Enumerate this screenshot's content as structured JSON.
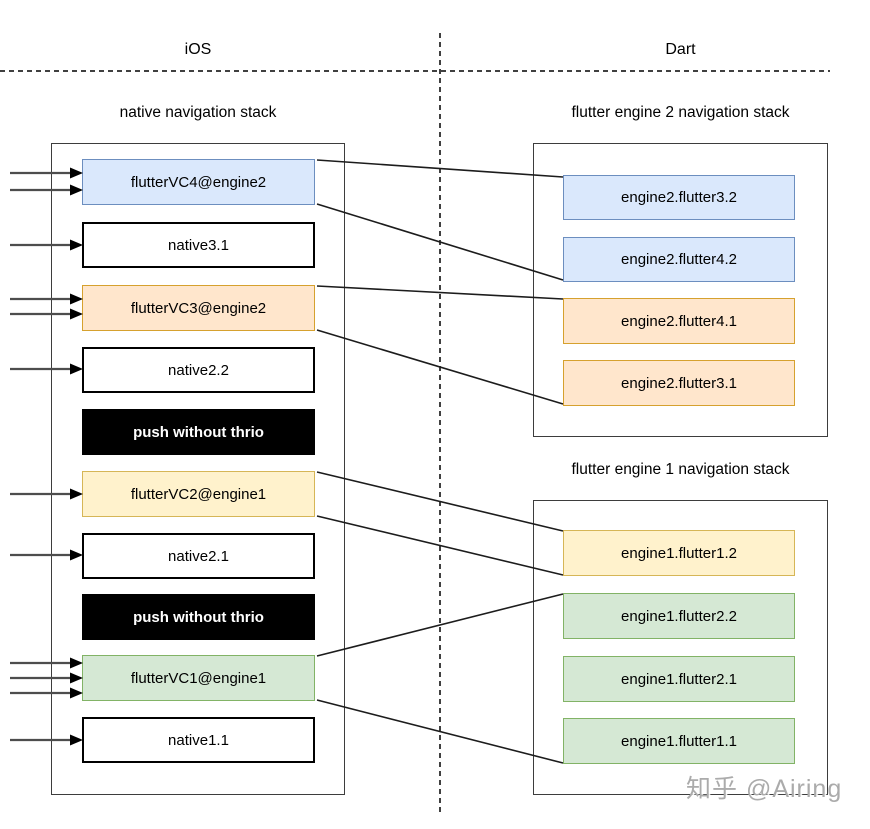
{
  "header": {
    "left": "iOS",
    "right": "Dart"
  },
  "panels": {
    "native": {
      "title": "native navigation stack",
      "boxes": [
        {
          "label": "flutterVC4@engine2",
          "type": "blue",
          "incoming_arrows": 2
        },
        {
          "label": "native3.1",
          "type": "white",
          "incoming_arrows": 1
        },
        {
          "label": "flutterVC3@engine2",
          "type": "orange",
          "incoming_arrows": 2
        },
        {
          "label": "native2.2",
          "type": "white",
          "incoming_arrows": 1
        },
        {
          "label": "push without thrio",
          "type": "black",
          "incoming_arrows": 0
        },
        {
          "label": "flutterVC2@engine1",
          "type": "yellow",
          "incoming_arrows": 1
        },
        {
          "label": "native2.1",
          "type": "white",
          "incoming_arrows": 1
        },
        {
          "label": "push without thrio",
          "type": "black",
          "incoming_arrows": 0
        },
        {
          "label": "flutterVC1@engine1",
          "type": "green",
          "incoming_arrows": 3
        },
        {
          "label": "native1.1",
          "type": "white",
          "incoming_arrows": 1
        }
      ]
    },
    "engine2": {
      "title": "flutter engine 2 navigation stack",
      "boxes": [
        {
          "label": "engine2.flutter3.2",
          "type": "blue"
        },
        {
          "label": "engine2.flutter4.2",
          "type": "blue"
        },
        {
          "label": "engine2.flutter4.1",
          "type": "orange"
        },
        {
          "label": "engine2.flutter3.1",
          "type": "orange"
        }
      ]
    },
    "engine1": {
      "title": "flutter engine 1 navigation stack",
      "boxes": [
        {
          "label": "engine1.flutter1.2",
          "type": "yellow"
        },
        {
          "label": "engine1.flutter2.2",
          "type": "green"
        },
        {
          "label": "engine1.flutter2.1",
          "type": "green"
        },
        {
          "label": "engine1.flutter1.1",
          "type": "green"
        }
      ]
    }
  },
  "connections": [
    {
      "from": "flutterVC4@engine2",
      "from_anchor": "top-right",
      "to": "engine2.flutter3.2",
      "to_anchor": "top-left"
    },
    {
      "from": "flutterVC4@engine2",
      "from_anchor": "bottom-right",
      "to": "engine2.flutter4.2",
      "to_anchor": "bottom-left"
    },
    {
      "from": "flutterVC3@engine2",
      "from_anchor": "top-right",
      "to": "engine2.flutter4.1",
      "to_anchor": "top-left"
    },
    {
      "from": "flutterVC3@engine2",
      "from_anchor": "bottom-right",
      "to": "engine2.flutter3.1",
      "to_anchor": "bottom-left"
    },
    {
      "from": "flutterVC2@engine1",
      "from_anchor": "top-right",
      "to": "engine1.flutter1.2",
      "to_anchor": "top-left"
    },
    {
      "from": "flutterVC2@engine1",
      "from_anchor": "bottom-right",
      "to": "engine1.flutter1.2",
      "to_anchor": "bottom-left"
    },
    {
      "from": "flutterVC1@engine1",
      "from_anchor": "top-right",
      "to": "engine1.flutter2.2",
      "to_anchor": "top-left"
    },
    {
      "from": "flutterVC1@engine1",
      "from_anchor": "bottom-right",
      "to": "engine1.flutter1.1",
      "to_anchor": "bottom-left"
    }
  ],
  "watermark": "知乎 @Airing",
  "colors": {
    "blue_fill": "#dae8fc",
    "blue_border": "#6c8ebf",
    "orange_fill": "#ffe6cc",
    "orange_border": "#d6a12e",
    "yellow_fill": "#fff2cc",
    "yellow_border": "#d6b656",
    "green_fill": "#d5e8d4",
    "green_border": "#82b366",
    "black_fill": "#000000",
    "white_fill": "#ffffff",
    "line": "#1c1c1c",
    "background": "#ffffff"
  }
}
